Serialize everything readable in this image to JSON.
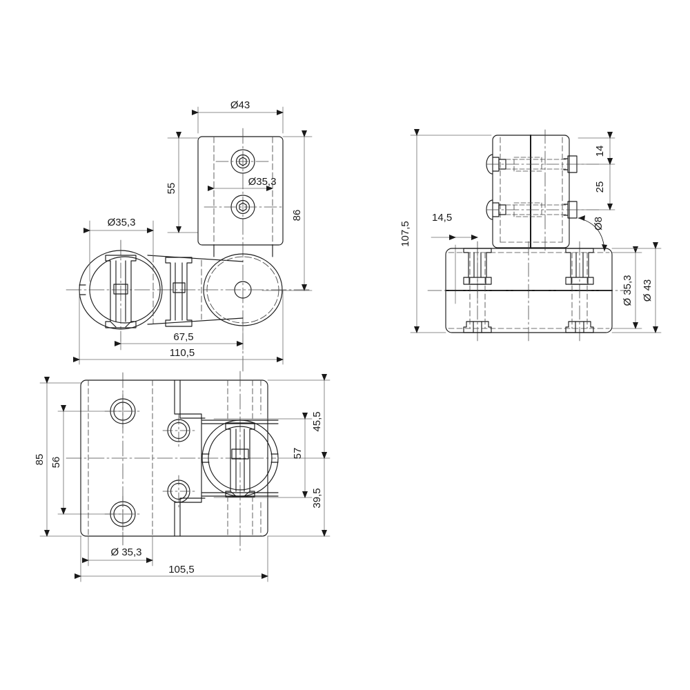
{
  "drawing": {
    "title": "Technical engineering drawing — three orthographic views of a tube clamp / swivel connector",
    "units": "mm",
    "decimal_separator": ",",
    "line_color": "#1a1a1a",
    "thin_line_color": "#555555",
    "background": "#ffffff",
    "views": [
      {
        "id": "view-top-left",
        "name": "front-view",
        "position": "upper-left",
        "description": "Front elevation: vertical rounded block with two socket screws over a horizontal clamp arm with circular tube clamp at left and boss at right"
      },
      {
        "id": "view-top-right",
        "name": "side-view",
        "position": "upper-right",
        "description": "Side elevation: vertical tube clamp body on top of a horizontal clamp body, bolts at both sides"
      },
      {
        "id": "view-bottom-left",
        "name": "plan-view",
        "position": "lower-left",
        "description": "Plan / top view: rectangular base plate with four counterbored mounting holes and circular tube clamp at right"
      }
    ],
    "dimensions": {
      "front_view": [
        {
          "id": "d-dia43-top",
          "label": "Ø43",
          "value": "43",
          "symbol": "Ø",
          "orientation": "horizontal",
          "view": "front"
        },
        {
          "id": "d-55",
          "label": "55",
          "value": "55",
          "symbol": "",
          "orientation": "vertical",
          "view": "front"
        },
        {
          "id": "d-dia353-block",
          "label": "Ø35,3",
          "value": "35,3",
          "symbol": "Ø",
          "orientation": "horizontal",
          "view": "front"
        },
        {
          "id": "d-86",
          "label": "86",
          "value": "86",
          "symbol": "",
          "orientation": "vertical",
          "view": "front"
        },
        {
          "id": "d-dia353-left",
          "label": "Ø35,3",
          "value": "35,3",
          "symbol": "Ø",
          "orientation": "horizontal",
          "view": "front"
        },
        {
          "id": "d-675",
          "label": "67,5",
          "value": "67,5",
          "symbol": "",
          "orientation": "horizontal",
          "view": "front"
        },
        {
          "id": "d-1105",
          "label": "110,5",
          "value": "110,5",
          "symbol": "",
          "orientation": "horizontal",
          "view": "front"
        }
      ],
      "side_view": [
        {
          "id": "d-1075",
          "label": "107,5",
          "value": "107,5",
          "symbol": "",
          "orientation": "vertical",
          "view": "side"
        },
        {
          "id": "d-145",
          "label": "14,5",
          "value": "14,5",
          "symbol": "",
          "orientation": "horizontal",
          "view": "side"
        },
        {
          "id": "d-14",
          "label": "14",
          "value": "14",
          "symbol": "",
          "orientation": "vertical",
          "view": "side"
        },
        {
          "id": "d-25",
          "label": "25",
          "value": "25",
          "symbol": "",
          "orientation": "vertical",
          "view": "side"
        },
        {
          "id": "d-dia8",
          "label": "Ø8",
          "value": "8",
          "symbol": "Ø",
          "orientation": "leader",
          "view": "side"
        },
        {
          "id": "d-dia353-right",
          "label": "Ø 35,3",
          "value": "35,3",
          "symbol": "Ø",
          "orientation": "vertical",
          "view": "side"
        },
        {
          "id": "d-dia43-right",
          "label": "Ø 43",
          "value": "43",
          "symbol": "Ø",
          "orientation": "vertical",
          "view": "side"
        }
      ],
      "plan_view": [
        {
          "id": "d-85",
          "label": "85",
          "value": "85",
          "symbol": "",
          "orientation": "vertical",
          "view": "plan"
        },
        {
          "id": "d-56",
          "label": "56",
          "value": "56",
          "symbol": "",
          "orientation": "vertical",
          "view": "plan"
        },
        {
          "id": "d-455",
          "label": "45,5",
          "value": "45,5",
          "symbol": "",
          "orientation": "vertical",
          "view": "plan"
        },
        {
          "id": "d-57",
          "label": "57",
          "value": "57",
          "symbol": "",
          "orientation": "vertical",
          "view": "plan"
        },
        {
          "id": "d-395",
          "label": "39,5",
          "value": "39,5",
          "symbol": "",
          "orientation": "vertical",
          "view": "plan"
        },
        {
          "id": "d-dia353-plan",
          "label": "Ø 35,3",
          "value": "35,3",
          "symbol": "Ø",
          "orientation": "horizontal",
          "view": "plan"
        },
        {
          "id": "d-1055",
          "label": "105,5",
          "value": "105,5",
          "symbol": "",
          "orientation": "horizontal",
          "view": "plan"
        }
      ]
    }
  }
}
